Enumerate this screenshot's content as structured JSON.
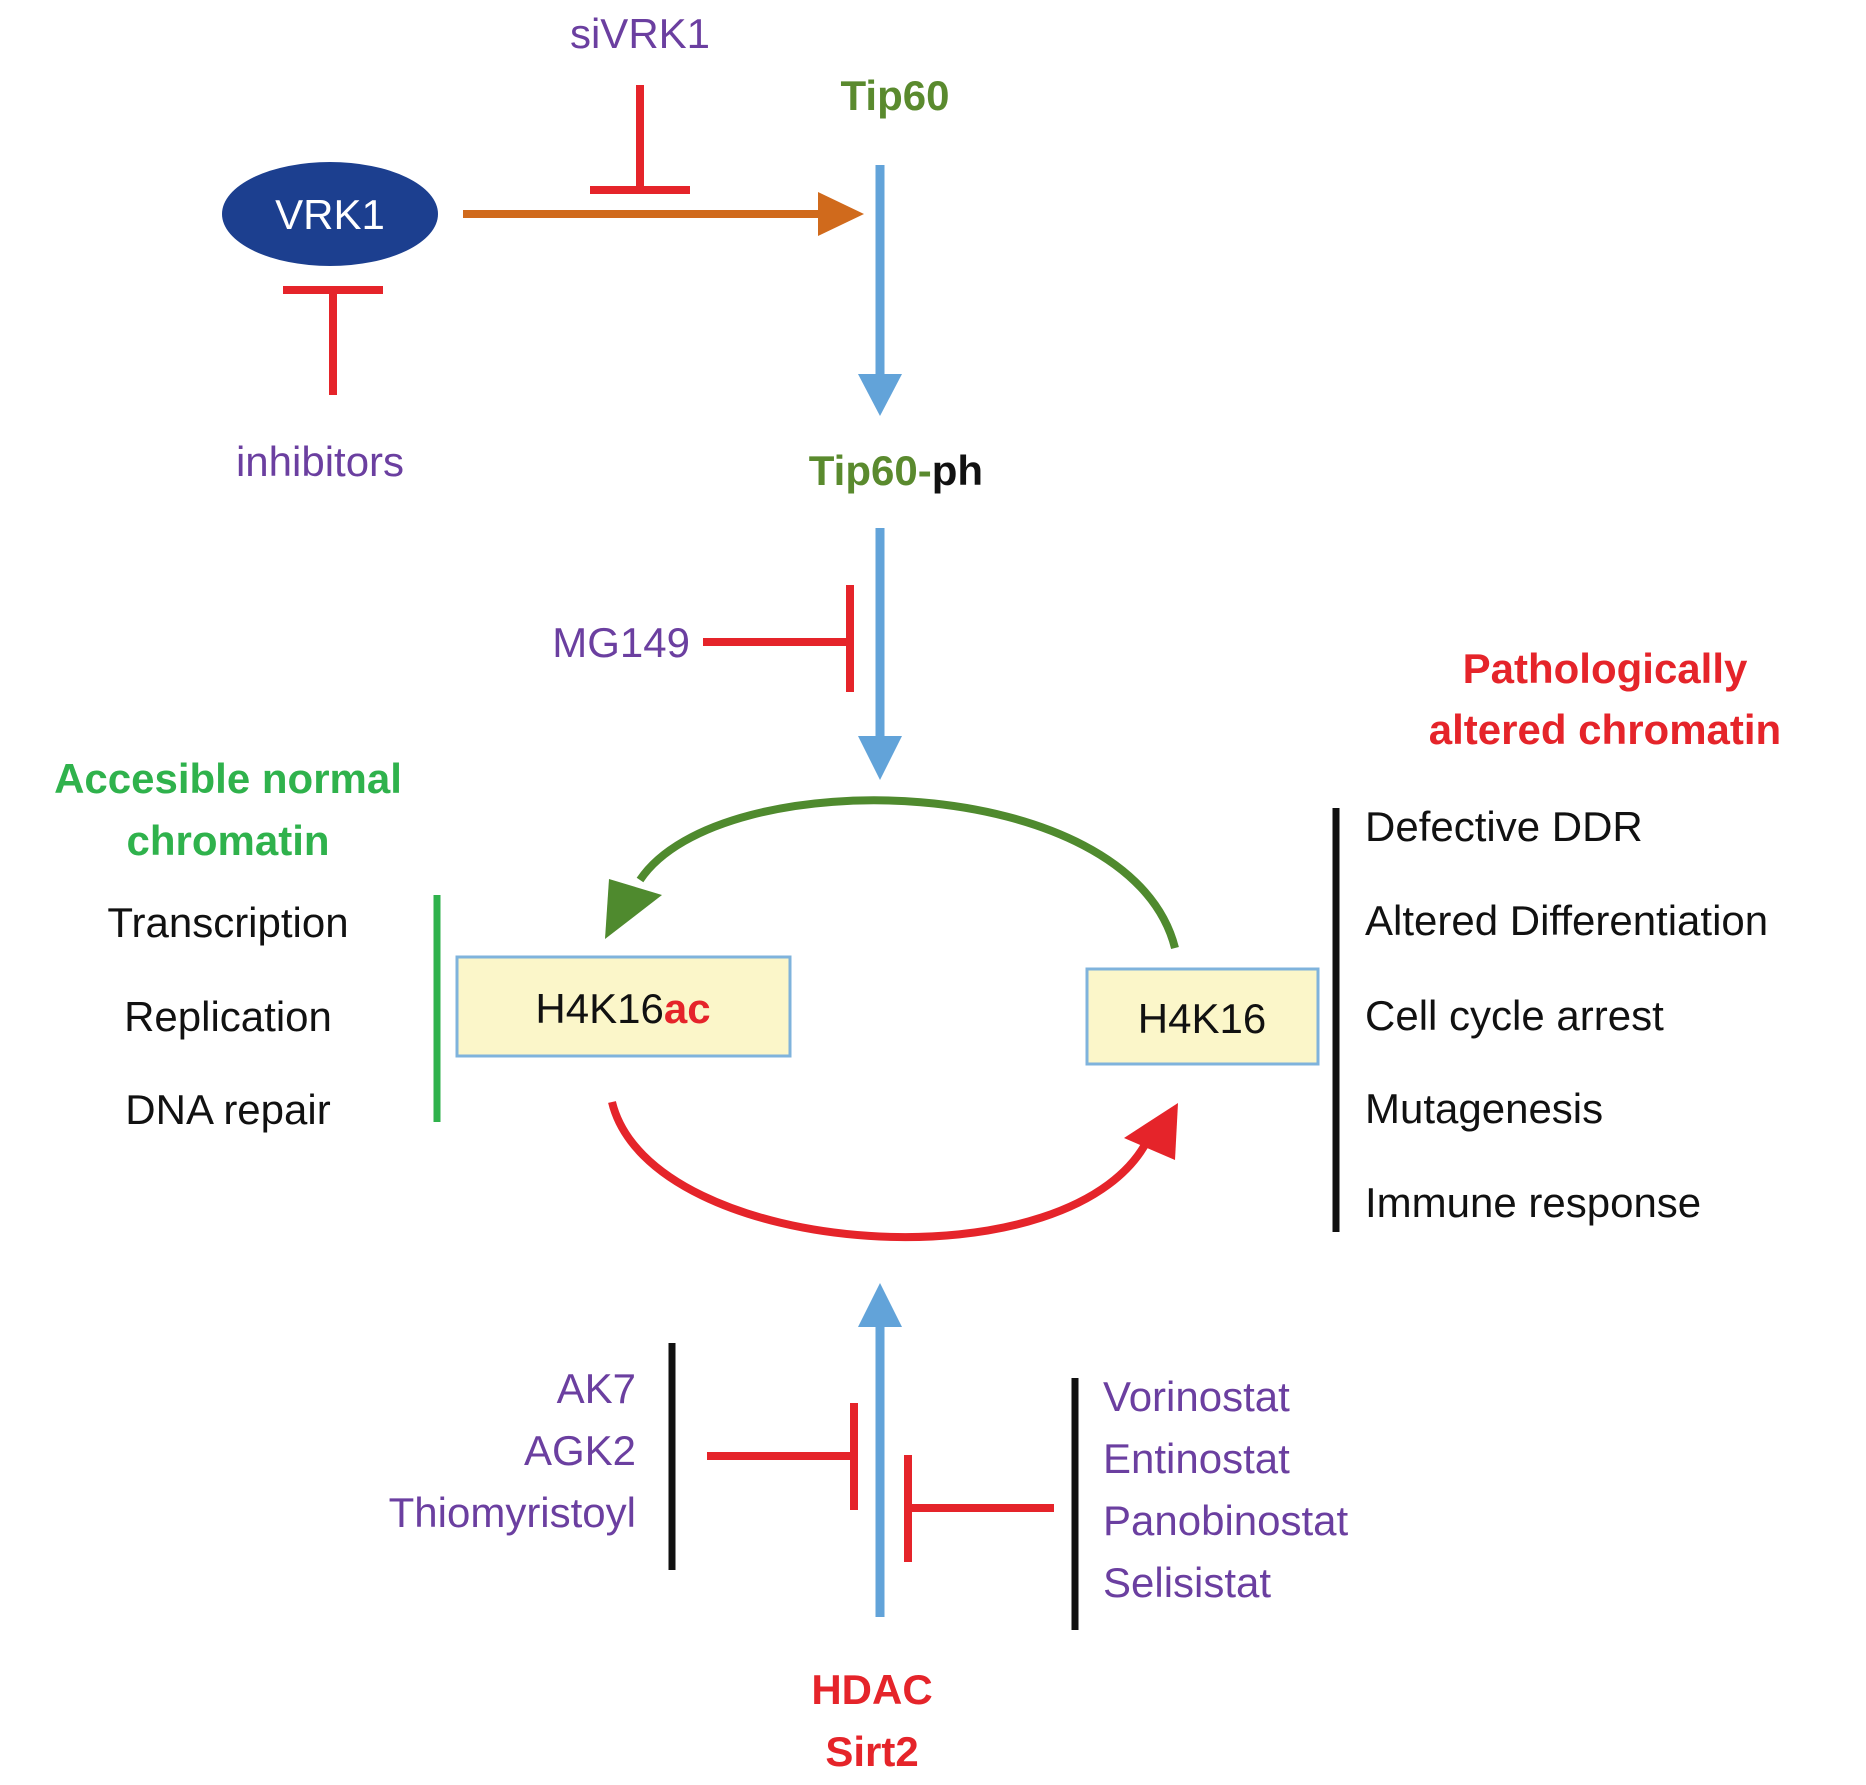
{
  "colors": {
    "purple": "#6b3fa0",
    "green": "#5a8a2e",
    "bright_green": "#2fb24c",
    "red": "#e5242a",
    "black": "#111111",
    "blue_arrow": "#62a3d9",
    "orange_arrow": "#d06a1c",
    "dark_green_arrow": "#4f8a2e",
    "vrk1_fill": "#1c3f8f",
    "box_fill": "#fbf6c9",
    "box_border": "#7fb3dc"
  },
  "top": {
    "sivrk1": "siVRK1",
    "tip60": "Tip60",
    "vrk1": "VRK1",
    "inhibitors": "inhibitors",
    "tip60ph_prefix": "Tip60-",
    "tip60ph_suffix": "ph",
    "mg149": "MG149"
  },
  "left": {
    "title_line1": "Accesible normal",
    "title_line2": "chromatin",
    "items": [
      "Transcription",
      "Replication",
      "DNA repair"
    ]
  },
  "right": {
    "title_line1": "Pathologically",
    "title_line2": "altered chromatin",
    "items": [
      "Defective DDR",
      "Altered Differentiation",
      "Cell cycle arrest",
      "Mutagenesis",
      "Immune response"
    ]
  },
  "boxes": {
    "acetylated_prefix": "H4K16",
    "acetylated_suffix": "ac",
    "deacetylated": "H4K16"
  },
  "bottom": {
    "sirt2_inhibitors": [
      "AK7",
      "AGK2",
      "Thiomyristoyl"
    ],
    "hdac_inhibitors": [
      "Vorinostat",
      "Entinostat",
      "Panobinostat",
      "Selisistat"
    ],
    "hdac": "HDAC",
    "sirt2": "Sirt2"
  }
}
